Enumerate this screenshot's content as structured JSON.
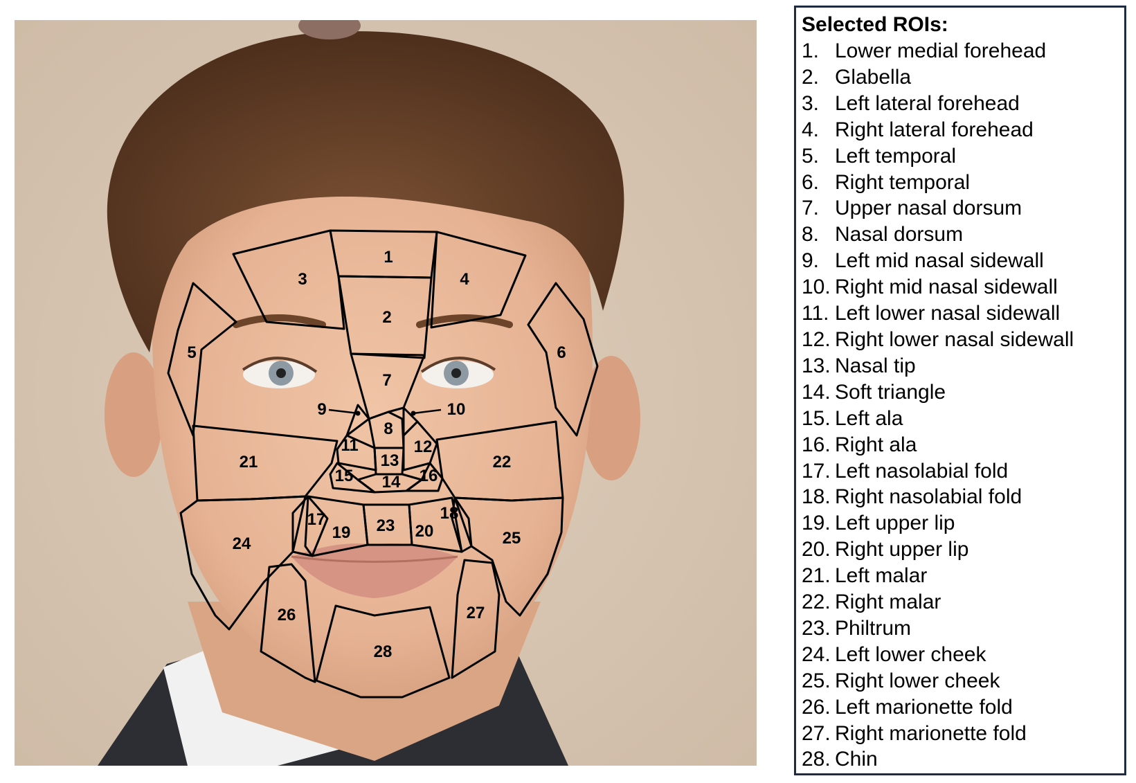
{
  "legend": {
    "title": "Selected ROIs:",
    "items": [
      {
        "num": "1.",
        "label": "Lower medial forehead"
      },
      {
        "num": "2.",
        "label": "Glabella"
      },
      {
        "num": "3.",
        "label": "Left lateral forehead"
      },
      {
        "num": "4.",
        "label": "Right lateral forehead"
      },
      {
        "num": "5.",
        "label": "Left temporal"
      },
      {
        "num": "6.",
        "label": "Right temporal"
      },
      {
        "num": "7.",
        "label": "Upper nasal dorsum"
      },
      {
        "num": "8.",
        "label": "Nasal dorsum"
      },
      {
        "num": "9.",
        "label": "Left mid nasal sidewall"
      },
      {
        "num": "10.",
        "label": "Right mid nasal sidewall"
      },
      {
        "num": "11.",
        "label": "Left lower nasal sidewall"
      },
      {
        "num": "12.",
        "label": "Right lower nasal sidewall"
      },
      {
        "num": "13.",
        "label": "Nasal tip"
      },
      {
        "num": "14.",
        "label": "Soft triangle"
      },
      {
        "num": "15.",
        "label": "Left ala"
      },
      {
        "num": "16.",
        "label": "Right ala"
      },
      {
        "num": "17.",
        "label": "Left nasolabial fold"
      },
      {
        "num": "18.",
        "label": "Right nasolabial fold"
      },
      {
        "num": "19.",
        "label": "Left upper lip"
      },
      {
        "num": "20.",
        "label": "Right upper lip"
      },
      {
        "num": "21.",
        "label": "Left malar"
      },
      {
        "num": "22.",
        "label": "Right malar"
      },
      {
        "num": "23.",
        "label": "Philtrum"
      },
      {
        "num": "24.",
        "label": "Left lower cheek"
      },
      {
        "num": "25.",
        "label": "Right lower cheek"
      },
      {
        "num": "26.",
        "label": "Left marionette fold"
      },
      {
        "num": "27.",
        "label": "Right marionette fold"
      },
      {
        "num": "28.",
        "label": "Chin"
      }
    ]
  },
  "regions": [
    "1",
    "2",
    "3",
    "4",
    "5",
    "6",
    "7",
    "8",
    "9",
    "10",
    "11",
    "12",
    "13",
    "14",
    "15",
    "16",
    "17",
    "18",
    "19",
    "20",
    "21",
    "22",
    "23",
    "24",
    "25",
    "26",
    "27",
    "28"
  ],
  "colors": {
    "background": "#d8c7b5",
    "hair": "#6b4429",
    "skin": "#e8b99b",
    "jacket": "#2c2e33",
    "shirt": "#f2f2f2",
    "outline": "#000000",
    "legend_border": "#1f2a44"
  }
}
